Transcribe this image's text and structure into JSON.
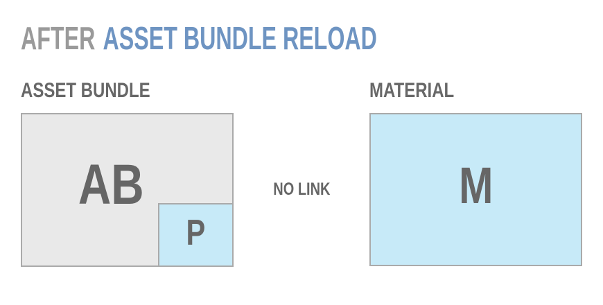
{
  "title": {
    "prefix": "AFTER",
    "highlight": "ASSET BUNDLE RELOAD"
  },
  "asset_bundle": {
    "heading": "ASSET BUNDLE",
    "bundle_letter": "AB",
    "prefab_letter": "P"
  },
  "material": {
    "heading": "MATERIAL",
    "material_letter": "M"
  },
  "relation": {
    "status": "NO LINK"
  },
  "colors": {
    "title_gray": "#9a9a9a",
    "title_blue": "#6e94c2",
    "heading_gray": "#686868",
    "letter_gray": "#666666",
    "box_gray_fill": "#e9e9e9",
    "box_blue_fill": "#c7eaf8",
    "box_border": "#aaaaaa",
    "page_bg": "#ffffff"
  }
}
